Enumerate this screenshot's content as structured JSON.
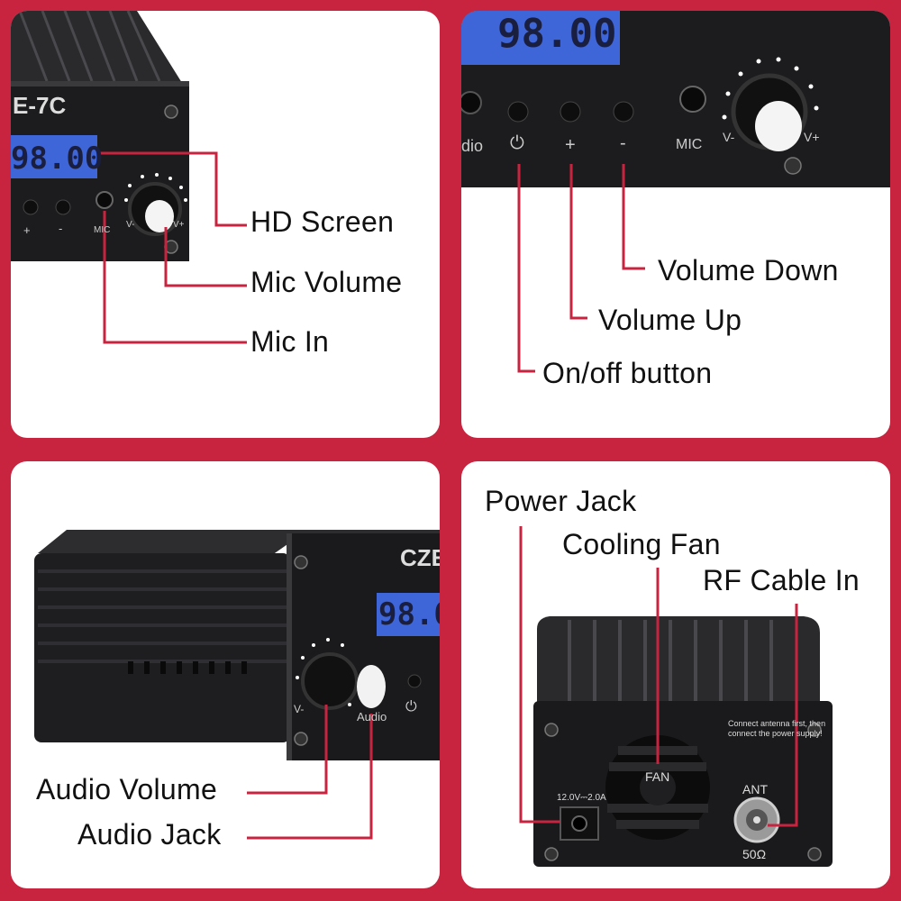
{
  "panel_top_left": {
    "logo": "E-7C",
    "lcd": "98.00",
    "face_labels": {
      "plus": "+",
      "minus": "-",
      "mic": "MIC",
      "vminus": "V-",
      "vplus": "V+"
    },
    "callouts": {
      "hd_screen": "HD Screen",
      "mic_volume": "Mic Volume",
      "mic_in": "Mic In"
    }
  },
  "panel_top_right": {
    "lcd": "98.00",
    "face_labels": {
      "audio": "dio",
      "plus": "+",
      "minus": "-",
      "mic": "MIC",
      "vminus": "V-",
      "vplus": "V+"
    },
    "callouts": {
      "volume_down": "Volume Down",
      "volume_up": "Volume Up",
      "on_off": "On/off button"
    }
  },
  "panel_bottom_left": {
    "logo": "CZE",
    "lcd": "98.0",
    "face_labels": {
      "vminus": "V-",
      "audio": "Audio"
    },
    "callouts": {
      "audio_volume": "Audio Volume",
      "audio_jack": "Audio Jack"
    }
  },
  "panel_bottom_right": {
    "warning": "Connect antenna first, then connect the power supply!",
    "fan_label": "FAN",
    "ant_label": "ANT",
    "impedance": "50Ω",
    "power_rating": "12.0V⎓2.0A",
    "callouts": {
      "power_jack": "Power Jack",
      "cooling_fan": "Cooling Fan",
      "rf_cable_in": "RF Cable In"
    }
  },
  "colors": {
    "background": "#c8243f",
    "callout_line": "#c8243f",
    "lcd": "#3f66d8",
    "device": "#1c1c1e"
  }
}
